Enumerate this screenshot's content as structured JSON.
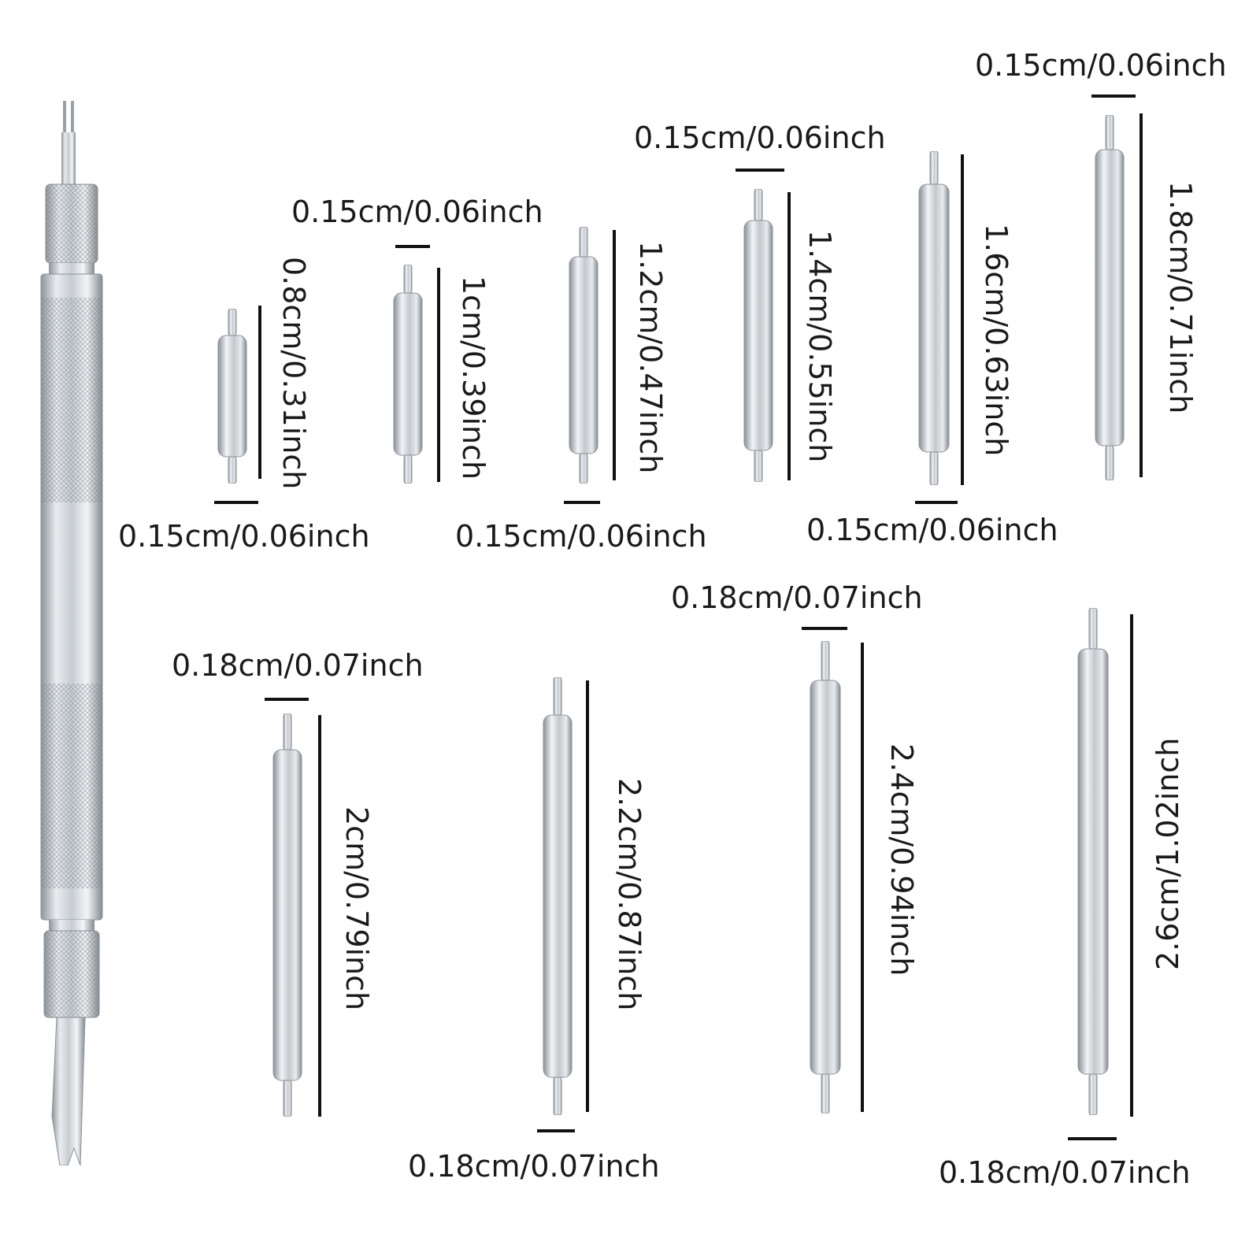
{
  "tool": {
    "icon": "spring-bar-tool-icon"
  },
  "pins": [
    {
      "icon": "spring-bar-pin-icon",
      "length_label": "0.8cm/0.31inch",
      "diameter_label": "0.15cm/0.06inch"
    },
    {
      "icon": "spring-bar-pin-icon",
      "length_label": "1cm/0.39inch",
      "diameter_label": "0.15cm/0.06inch"
    },
    {
      "icon": "spring-bar-pin-icon",
      "length_label": "1.2cm/0.47inch",
      "diameter_label": "0.15cm/0.06inch"
    },
    {
      "icon": "spring-bar-pin-icon",
      "length_label": "1.4cm/0.55inch",
      "diameter_label": "0.15cm/0.06inch"
    },
    {
      "icon": "spring-bar-pin-icon",
      "length_label": "1.6cm/0.63inch",
      "diameter_label": "0.15cm/0.06inch"
    },
    {
      "icon": "spring-bar-pin-icon",
      "length_label": "1.8cm/0.71inch",
      "diameter_label": "0.15cm/0.06inch"
    },
    {
      "icon": "spring-bar-pin-icon",
      "length_label": "2cm/0.79inch",
      "diameter_label": "0.18cm/0.07inch"
    },
    {
      "icon": "spring-bar-pin-icon",
      "length_label": "2.2cm/0.87inch",
      "diameter_label": "0.18cm/0.07inch"
    },
    {
      "icon": "spring-bar-pin-icon",
      "length_label": "2.4cm/0.94inch",
      "diameter_label": "0.18cm/0.07inch"
    },
    {
      "icon": "spring-bar-pin-icon",
      "length_label": "2.6cm/1.02inch",
      "diameter_label": "0.18cm/0.07inch"
    }
  ]
}
